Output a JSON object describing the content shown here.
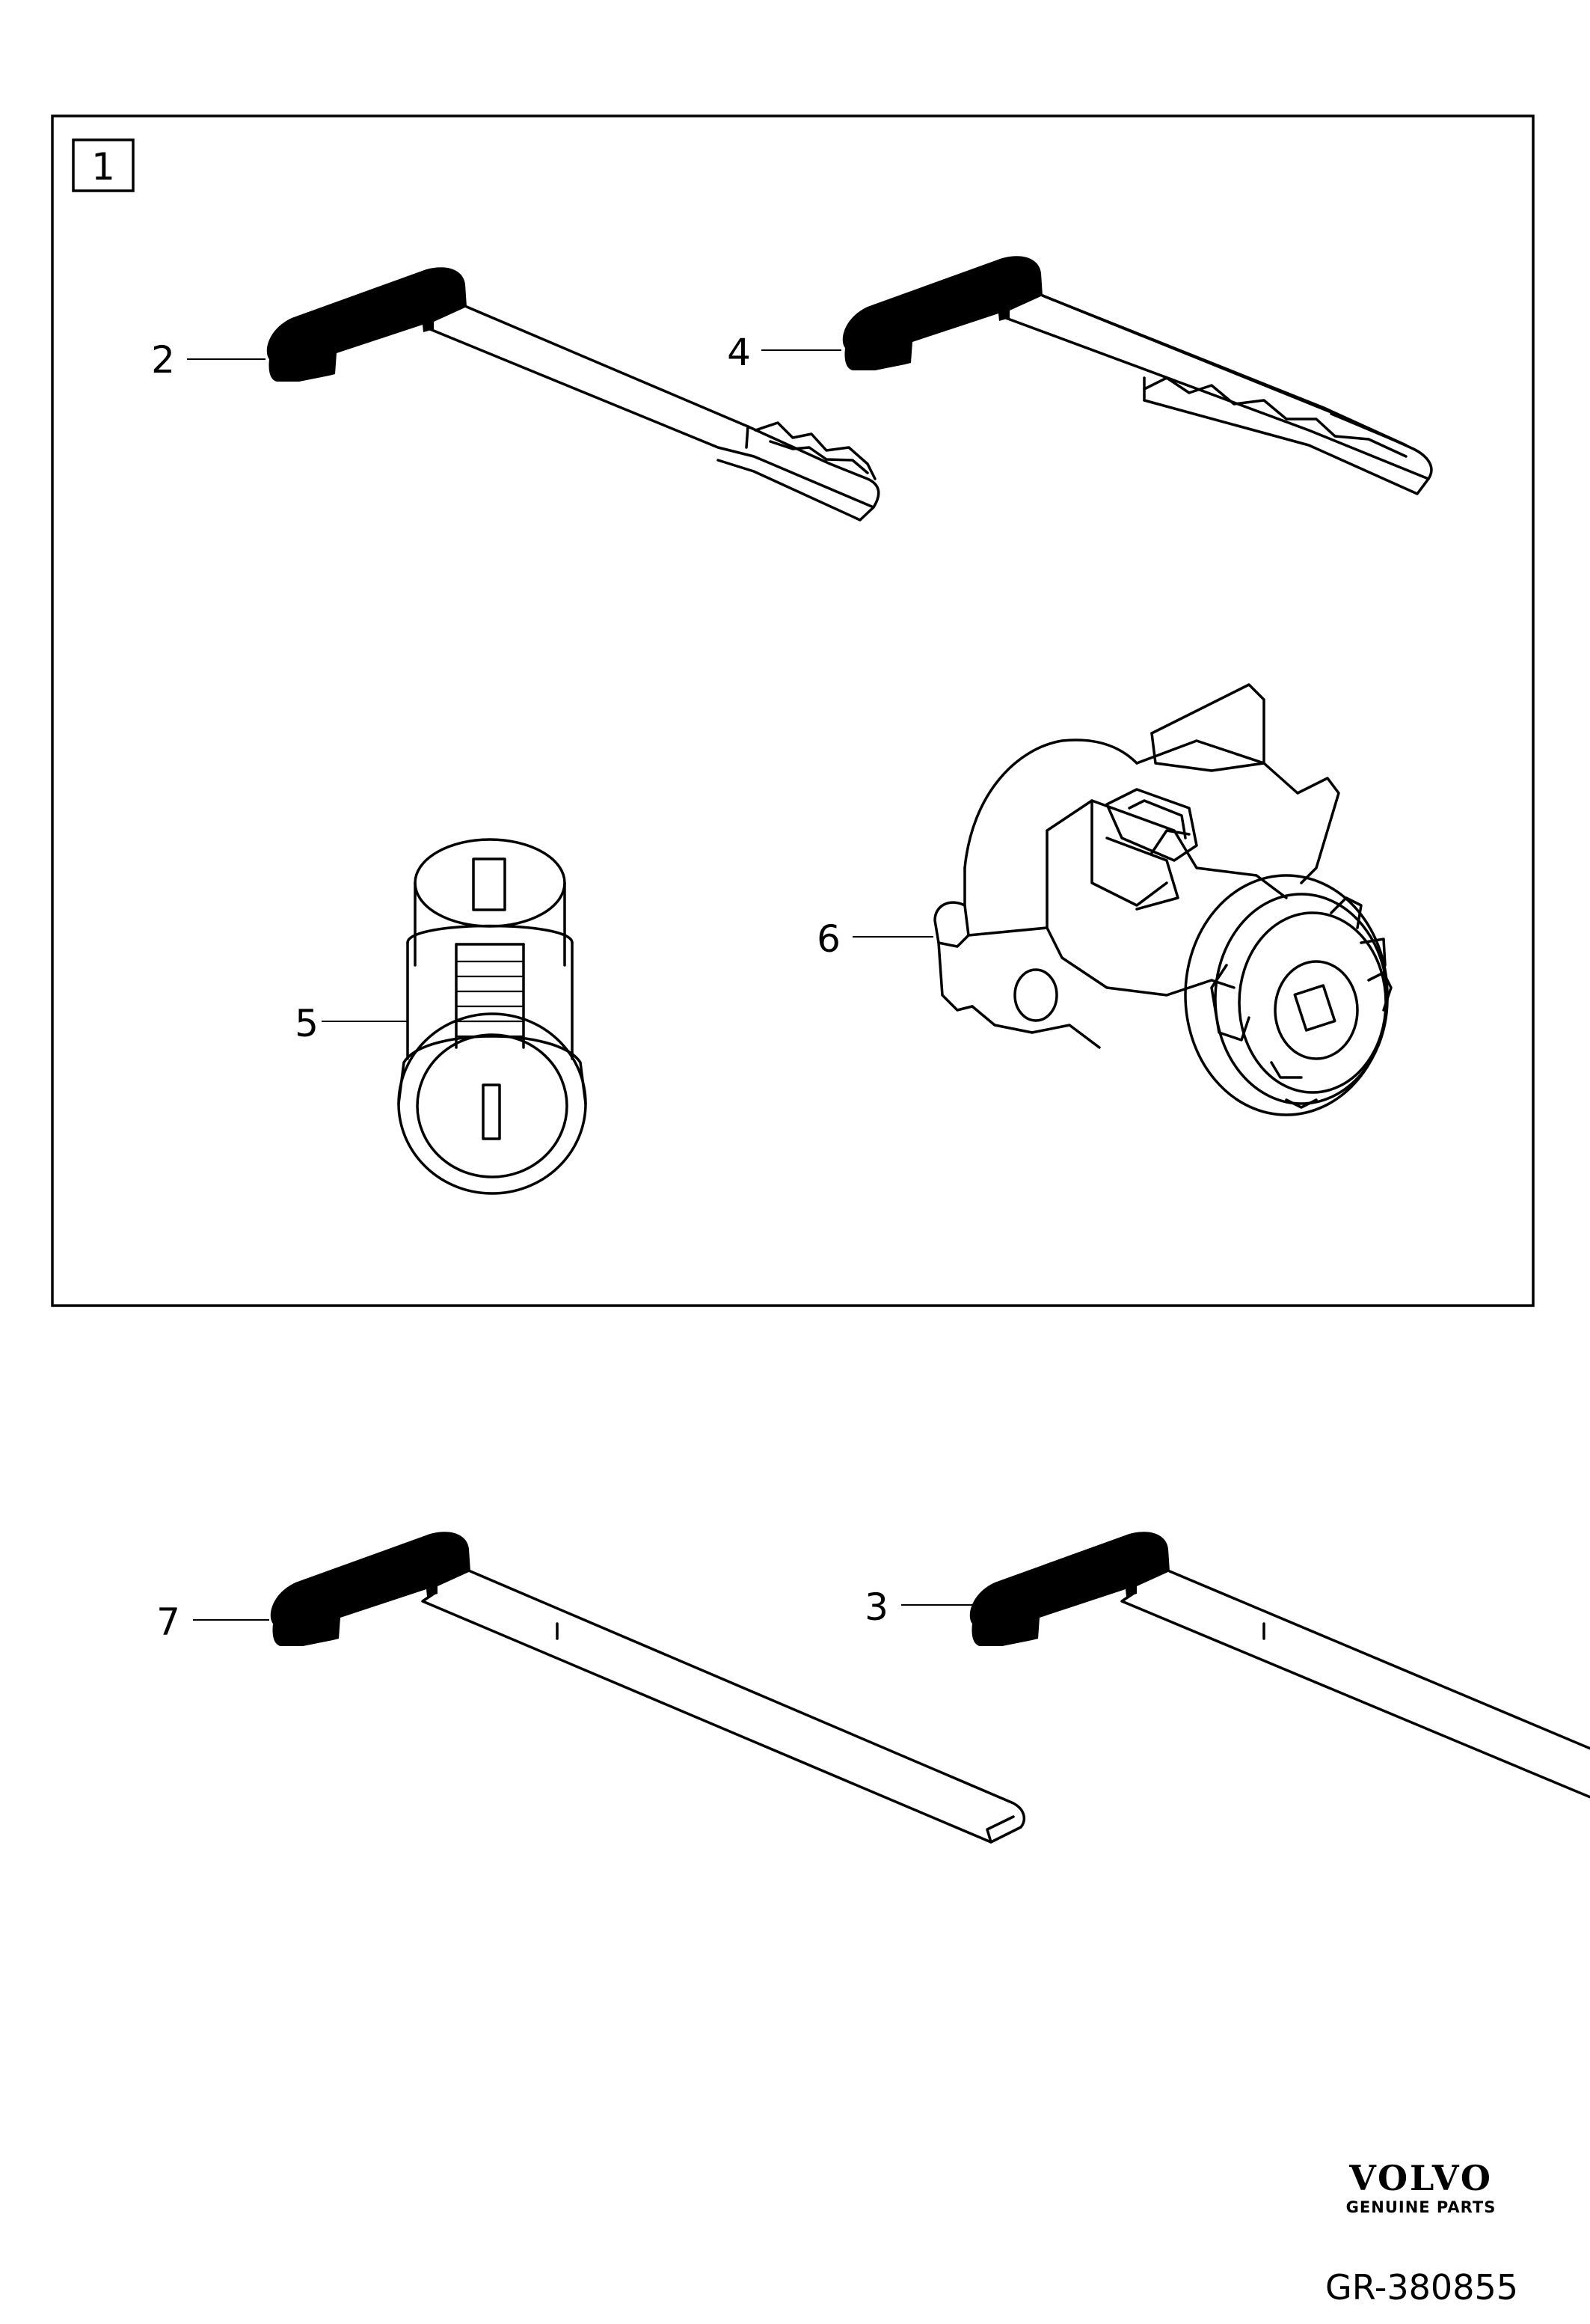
{
  "group_box": {
    "label": "1"
  },
  "callouts": [
    "2",
    "3",
    "4",
    "5",
    "6",
    "7"
  ],
  "parts": [
    {
      "ref": "2",
      "icon": "key-blade-icon"
    },
    {
      "ref": "3",
      "icon": "key-blade-icon"
    },
    {
      "ref": "4",
      "icon": "ignition-lock-icon"
    },
    {
      "ref": "5",
      "icon": "lock-cylinder-icon"
    },
    {
      "ref": "6",
      "icon": "key-blank-icon"
    },
    {
      "ref": "7",
      "icon": "key-blank-icon"
    }
  ],
  "footer": {
    "brand": "VOLVO",
    "tagline": "GENUINE PARTS",
    "reference": "GR-380855"
  },
  "colors": {
    "line": "#000000",
    "background": "#ffffff"
  }
}
